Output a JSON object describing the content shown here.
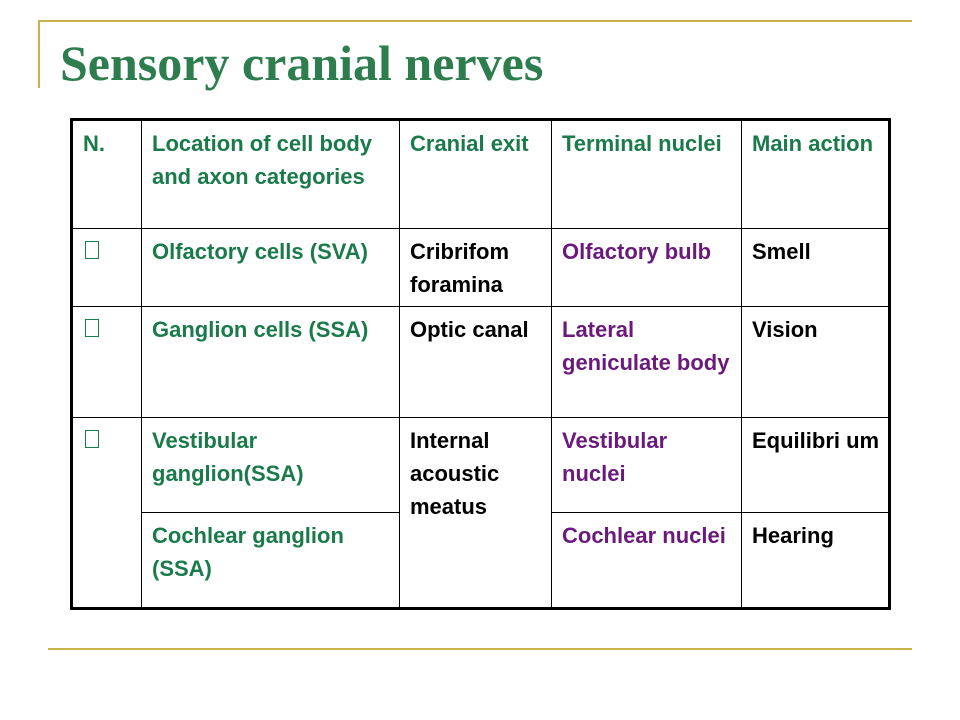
{
  "slide": {
    "title": "Sensory cranial nerves"
  },
  "table": {
    "headers": {
      "number": "N.",
      "location": "Location of cell body and axon categories",
      "exit": "Cranial exit",
      "nuclei": "Terminal nuclei",
      "action": "Main action"
    },
    "rows": [
      {
        "number_icon": "unrendered-glyph-box",
        "location": "Olfactory cells (SVA)",
        "exit": "Cribrifom foramina",
        "nuclei": "Olfactory bulb",
        "action": "Smell"
      },
      {
        "number_icon": "unrendered-glyph-box",
        "location": "Ganglion cells (SSA)",
        "exit": "Optic canal",
        "nuclei": "Lateral geniculate body",
        "action": "Vision"
      },
      {
        "number_icon": "unrendered-glyph-box",
        "location": "Vestibular ganglion(SSA)",
        "exit": "Internal acoustic meatus",
        "nuclei": "Vestibular nuclei",
        "action": "Equilibri um"
      },
      {
        "location": "Cochlear ganglion (SSA)",
        "nuclei": "Cochlear nuclei",
        "action": "Hearing"
      }
    ]
  },
  "colors": {
    "title": "#2e7d4f",
    "green_text": "#1a7a4a",
    "purple_text": "#6a1a7a",
    "frame_gold": "#c9b24a"
  }
}
